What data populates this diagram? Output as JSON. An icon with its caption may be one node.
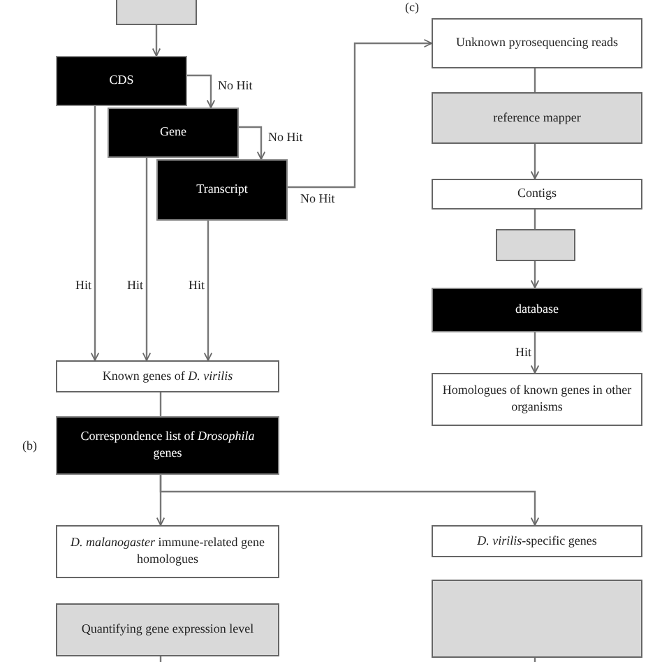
{
  "diagram": {
    "nodes": [
      {
        "text": [],
        "shape": "box"
      },
      {
        "text": [
          "CDS"
        ]
      },
      {
        "text": [
          "Gene"
        ]
      },
      {
        "text": [
          "Transcript"
        ]
      },
      {
        "text": [
          "Unknown pyrosequencing reads"
        ]
      },
      {
        "text": [
          "reference mapper"
        ]
      },
      {
        "text": [
          "Contigs"
        ]
      },
      {
        "text": [],
        "shape": "box"
      },
      {
        "text": [
          "database"
        ]
      },
      {
        "text": [
          "Homologues of known genes in other organisms"
        ]
      },
      {
        "text": [
          "Known genes of *D. virilis*"
        ]
      },
      {
        "text": [
          "Correspondence list of *Drosophila* genes"
        ]
      },
      {
        "text": [
          "*D. malanogaster* immune-related gene homologues"
        ]
      },
      {
        "text": [
          "*D. virilis*-specific genes"
        ]
      },
      {
        "text": [
          "Quantifying gene expression level"
        ]
      },
      {
        "text": [],
        "shape": "box"
      }
    ],
    "edges": [
      {
        "from": 0,
        "to": 1,
        "arrow": "to"
      },
      {
        "from": 1,
        "to": 2,
        "arrow": "to",
        "label": "No Hit"
      },
      {
        "from": 2,
        "to": 3,
        "arrow": "to",
        "label": "No Hit"
      },
      {
        "from": 3,
        "to": 4,
        "arrow": "to",
        "label": "No Hit"
      },
      {
        "from": 4,
        "to": 5,
        "arrow": "none"
      },
      {
        "from": 5,
        "to": 6,
        "arrow": "to"
      },
      {
        "from": 6,
        "to": 7,
        "arrow": "none"
      },
      {
        "from": 7,
        "to": 8,
        "arrow": "to"
      },
      {
        "from": 8,
        "to": 9,
        "arrow": "to",
        "label": "Hit"
      },
      {
        "from": 1,
        "to": 10,
        "arrow": "to",
        "label": "Hit"
      },
      {
        "from": 2,
        "to": 10,
        "arrow": "to",
        "label": "Hit"
      },
      {
        "from": 3,
        "to": 10,
        "arrow": "to",
        "label": "Hit"
      },
      {
        "from": 10,
        "to": 11,
        "arrow": "none"
      },
      {
        "from": 11,
        "to": 12,
        "arrow": "to"
      },
      {
        "from": 11,
        "to": 13,
        "arrow": "to"
      },
      {
        "from": 14,
        "to": null,
        "arrow": "none"
      },
      {
        "from": 15,
        "to": null,
        "arrow": "none"
      }
    ],
    "labels": [
      "(c)",
      "(b)"
    ]
  }
}
